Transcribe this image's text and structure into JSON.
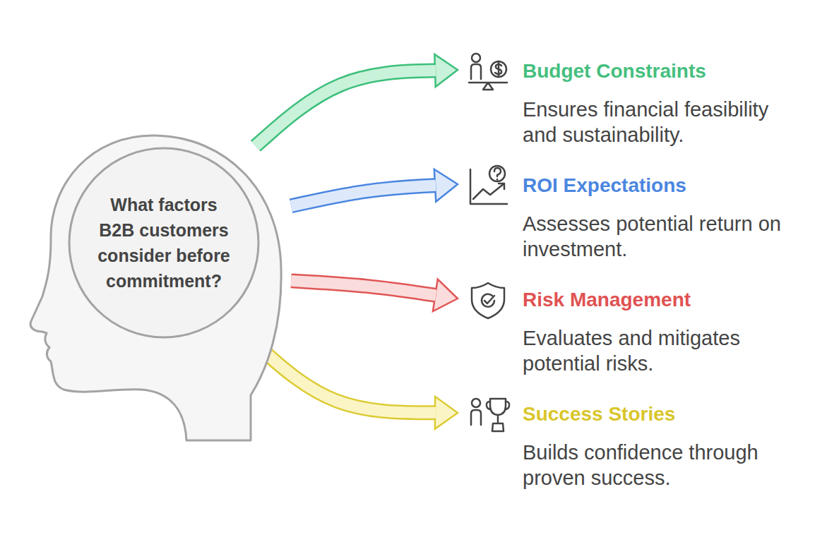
{
  "diagram": {
    "nodes": [
      {
        "text": [
          "What factors B2B customers consider before commitment?"
        ]
      },
      {
        "text": [
          "Budget Constraints",
          "Ensures financial feasibility and sustainability."
        ]
      },
      {
        "text": [
          "ROI Expectations",
          "Assesses potential return on investment."
        ]
      },
      {
        "text": [
          "Risk Management",
          "Evaluates and mitigates potential risks."
        ]
      },
      {
        "text": [
          "Success Stories",
          "Builds confidence through proven success."
        ]
      }
    ],
    "edges": [
      {
        "from": 0,
        "to": 1,
        "arrow": "to"
      },
      {
        "from": 0,
        "to": 2,
        "arrow": "to"
      },
      {
        "from": 0,
        "to": 3,
        "arrow": "to"
      },
      {
        "from": 0,
        "to": 4,
        "arrow": "to"
      }
    ]
  }
}
